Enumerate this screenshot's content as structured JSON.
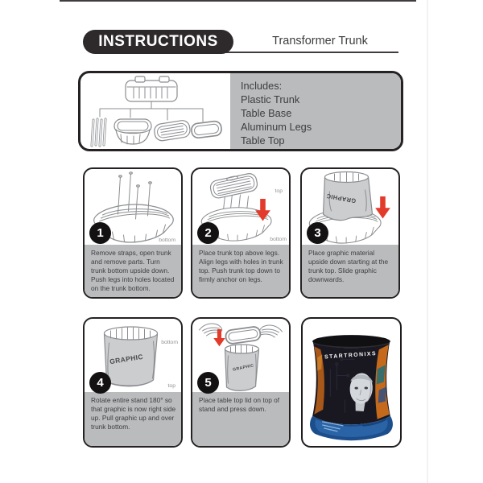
{
  "header": {
    "title_badge": "INSTRUCTIONS",
    "product_name": "Transformer Trunk"
  },
  "includes": {
    "heading": "Includes:",
    "items": [
      "Plastic Trunk",
      "Table Base",
      "Aluminum Legs",
      "Table Top"
    ]
  },
  "steps": [
    {
      "number": "1",
      "text": "Remove straps, open trunk and remove parts. Turn trunk bottom upside down. Push legs into holes located on the trunk bottom.",
      "label_bottom": "bottom"
    },
    {
      "number": "2",
      "text": "Place trunk top above legs. Align legs with holes in trunk top. Push trunk top down to firmly anchor on legs.",
      "label_top": "top",
      "label_bottom": "bottom"
    },
    {
      "number": "3",
      "text": "Place graphic material upside down starting at the trunk top. Slide graphic downwards.",
      "graphic_label": "GRAPHIC"
    },
    {
      "number": "4",
      "text": "Rotate entire stand 180° so that graphic is now right side up. Pull graphic up and over trunk bottom.",
      "label_bottom": "bottom",
      "label_top": "top",
      "graphic_label": "GRAPHIC"
    },
    {
      "number": "5",
      "text": "Place table top lid on top of stand and press down.",
      "graphic_label": "GRAPHIC"
    }
  ],
  "product_photo": {
    "brand_text": "STARTRONIXS"
  },
  "colors": {
    "badge_bg": "#2e2a2b",
    "panel_gray": "#b9bbbd",
    "border_ink": "#262223",
    "body_text": "#3e3e41",
    "arrow_red": "#e23a2b",
    "illustration_stroke": "#8b8d90",
    "photo_body": "#191821",
    "photo_base_blue": "#1c4e8c",
    "photo_accent_orange": "#c96a1e",
    "photo_face": "#d4d8dc"
  }
}
